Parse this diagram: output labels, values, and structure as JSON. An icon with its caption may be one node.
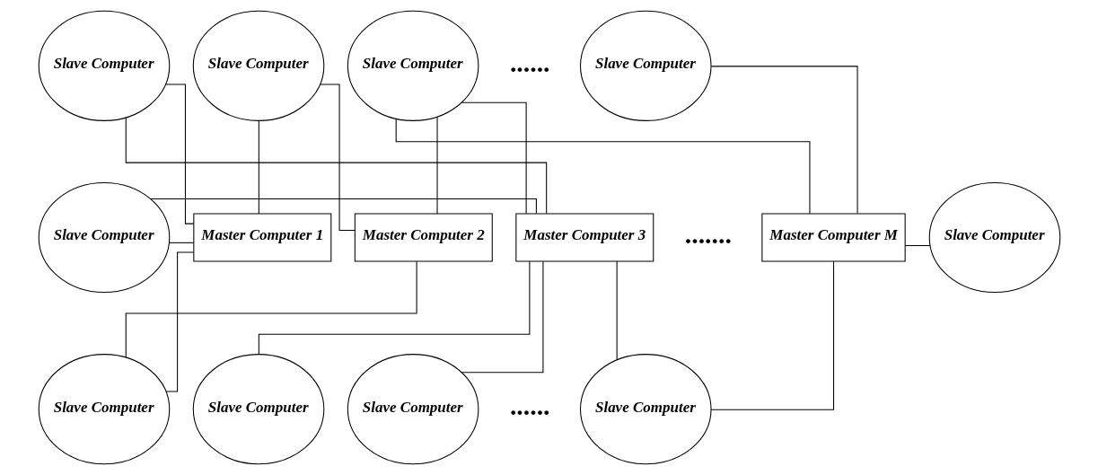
{
  "diagram": {
    "nodes": [
      {
        "text": [
          "Slave Computer"
        ]
      },
      {
        "text": [
          "Slave Computer"
        ]
      },
      {
        "text": [
          "Slave Computer"
        ]
      },
      {
        "text": [
          "Slave Computer"
        ]
      },
      {
        "text": [
          "Slave Computer"
        ]
      },
      {
        "text": [
          "Master Computer 1"
        ]
      },
      {
        "text": [
          "Master Computer 2"
        ]
      },
      {
        "text": [
          "Master Computer 3"
        ]
      },
      {
        "text": [
          "Master Computer M"
        ]
      },
      {
        "text": [
          "Slave Computer"
        ]
      },
      {
        "text": [
          "Slave Computer"
        ]
      },
      {
        "text": [
          "Slave Computer"
        ]
      },
      {
        "text": [
          "Slave Computer"
        ]
      },
      {
        "text": [
          "Slave Computer"
        ]
      }
    ],
    "edges": [
      {
        "from": 5,
        "to": 0,
        "arrow": "none"
      },
      {
        "from": 5,
        "to": 4,
        "arrow": "none"
      },
      {
        "from": 5,
        "to": 1,
        "arrow": "none"
      },
      {
        "from": 5,
        "to": 10,
        "arrow": "none"
      },
      {
        "from": 6,
        "to": 1,
        "arrow": "none"
      },
      {
        "from": 6,
        "to": 2,
        "arrow": "none"
      },
      {
        "from": 6,
        "to": 10,
        "arrow": "none"
      },
      {
        "from": 7,
        "to": 2,
        "arrow": "none"
      },
      {
        "from": 7,
        "to": 0,
        "arrow": "none"
      },
      {
        "from": 7,
        "to": 11,
        "arrow": "none"
      },
      {
        "from": 7,
        "to": 4,
        "arrow": "none"
      },
      {
        "from": 7,
        "to": 12,
        "arrow": "none"
      },
      {
        "from": 7,
        "to": 13,
        "arrow": "none"
      },
      {
        "from": 8,
        "to": 3,
        "arrow": "none"
      },
      {
        "from": 8,
        "to": 9,
        "arrow": "none"
      },
      {
        "from": 8,
        "to": 13,
        "arrow": "none"
      },
      {
        "from": 8,
        "to": 2,
        "arrow": "none"
      }
    ],
    "labels": [
      "......",
      ".......",
      "......"
    ]
  }
}
